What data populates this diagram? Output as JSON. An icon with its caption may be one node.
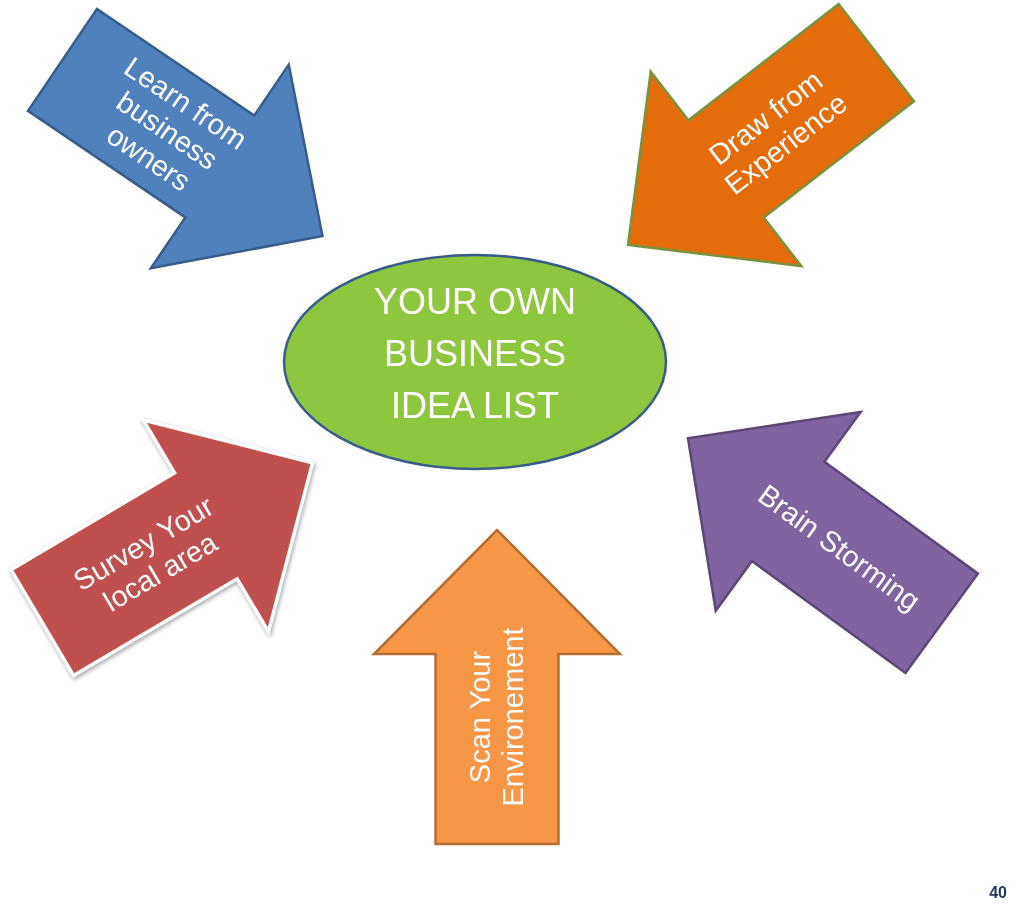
{
  "diagram": {
    "nodes": [
      {
        "text": [
          "Learn from business owners"
        ]
      },
      {
        "text": [
          "Draw from Experience"
        ]
      },
      {
        "text": [
          "YOUR OWN BUSINESS IDEA LIST"
        ]
      },
      {
        "text": [
          "Survey Your local area"
        ]
      },
      {
        "text": [
          "Brain Storming"
        ]
      },
      {
        "text": [
          "Scan Your Environement"
        ]
      }
    ],
    "labels": [
      "40"
    ]
  }
}
